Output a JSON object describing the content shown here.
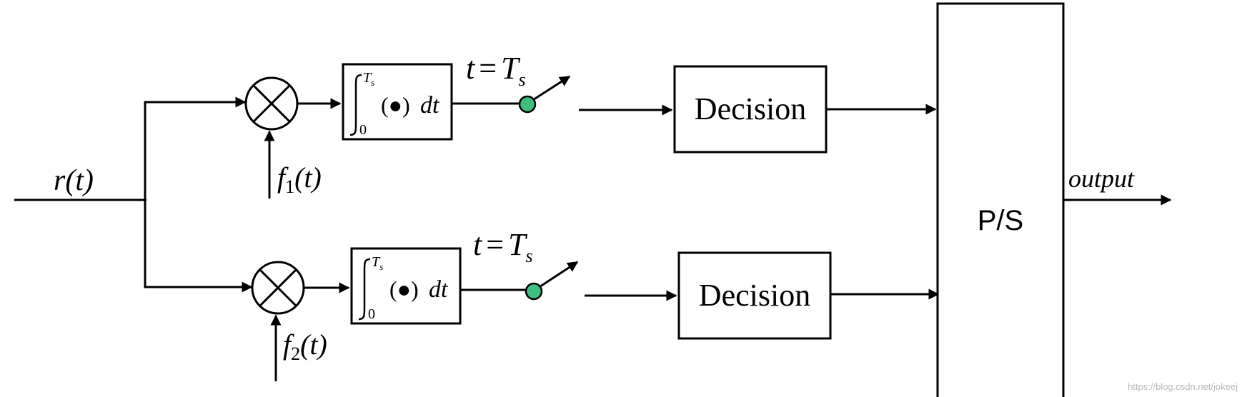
{
  "diagram": {
    "input_signal": "r(t)",
    "output_label": "output",
    "ps_label": "P/S",
    "branch_upper": {
      "carrier": {
        "fn": "f",
        "sub": "1",
        "arg": "(t)"
      },
      "integrator": {
        "lower": "0",
        "upper": "T",
        "upper_sub": "s",
        "body": "(●)",
        "dt": "dt"
      },
      "sampler": {
        "lhs": "t",
        "eq": "=",
        "rhs": "T",
        "rhs_sub": "s"
      },
      "decision": "Decision"
    },
    "branch_lower": {
      "carrier": {
        "fn": "f",
        "sub": "2",
        "arg": "(t)"
      },
      "integrator": {
        "lower": "0",
        "upper": "T",
        "upper_sub": "s",
        "body": "(●)",
        "dt": "dt"
      },
      "sampler": {
        "lhs": "t",
        "eq": "=",
        "rhs": "T",
        "rhs_sub": "s"
      },
      "decision": "Decision"
    },
    "watermark": "https://blog.csdn.net/jokeej"
  },
  "colors": {
    "line": "#000000",
    "switch_contact": "#3fbf7f",
    "watermark": "#b8b8b8"
  }
}
